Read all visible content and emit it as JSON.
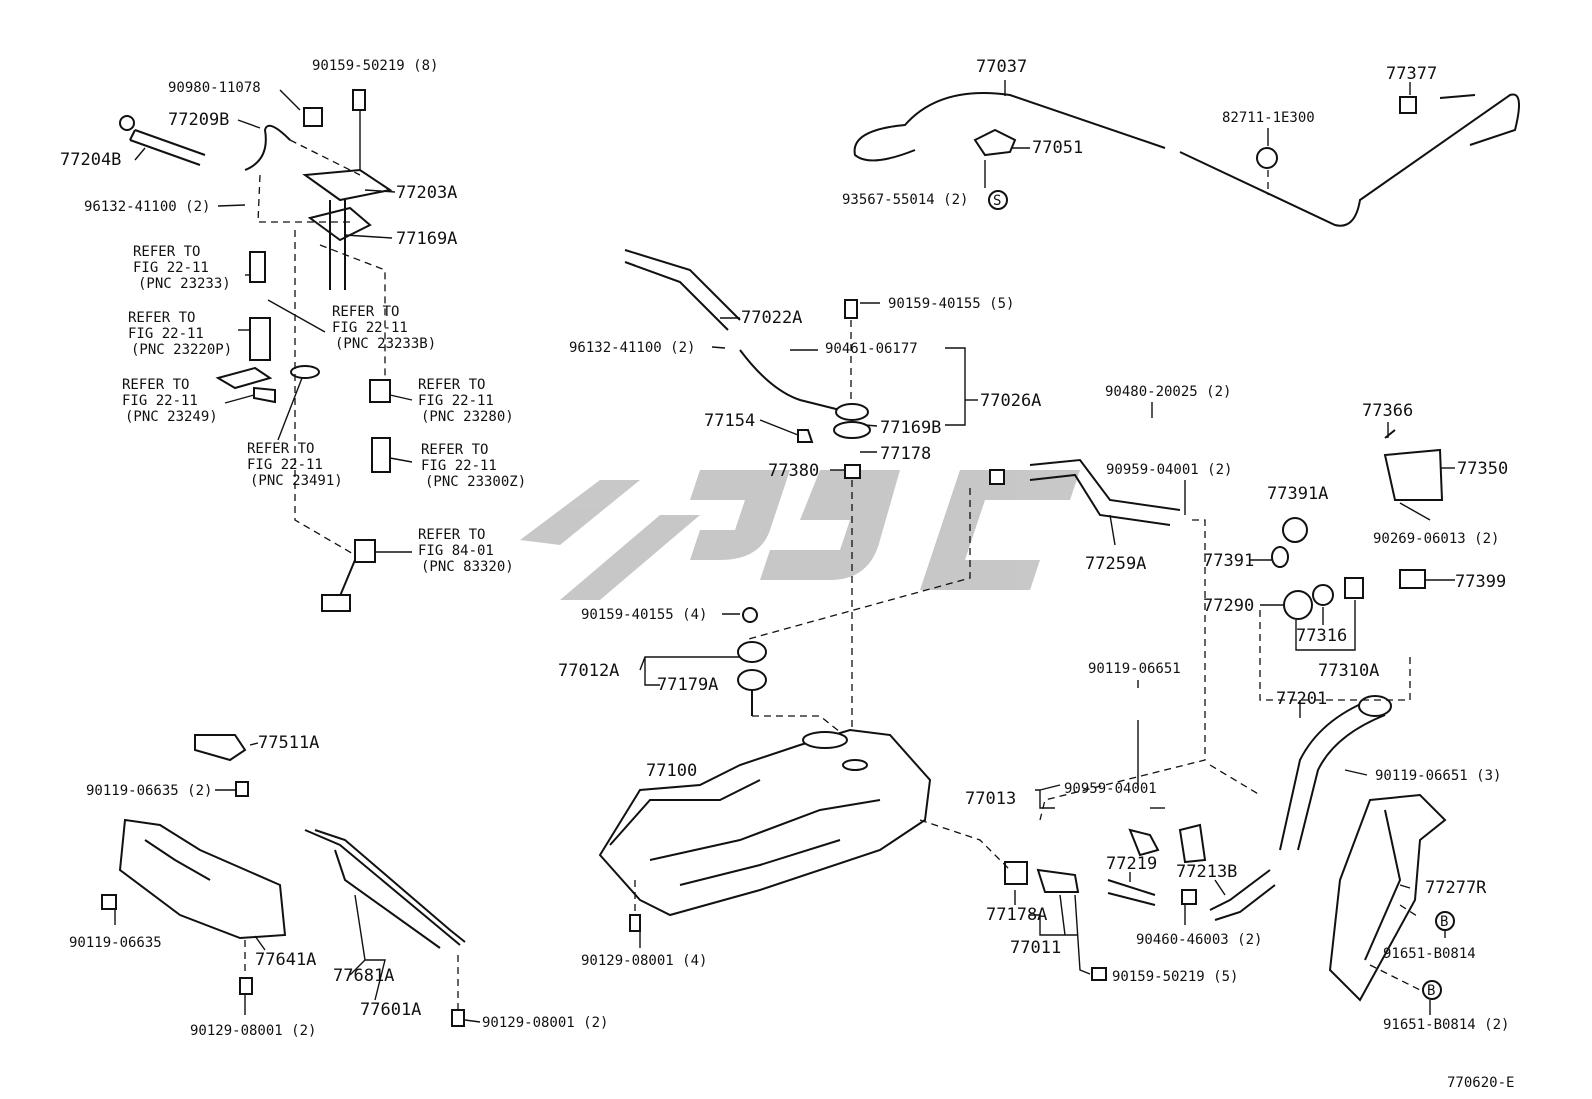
{
  "labels": {
    "p90159_50219_8": "90159-50219 (8)",
    "p90980_11078": "90980-11078",
    "p77209B": "77209B",
    "p77204B": "77204B",
    "p77203A": "77203A",
    "p96132_41100_2a": "96132-41100 (2)",
    "p77169A": "77169A",
    "ref1_a": "REFER TO",
    "ref1_b": "FIG 22-11",
    "ref1_c": "(PNC 23233)",
    "ref2_a": "REFER TO",
    "ref2_b": "FIG 22-11",
    "ref2_c": "(PNC 23233B)",
    "ref3_a": "REFER TO",
    "ref3_b": "FIG 22-11",
    "ref3_c": "(PNC 23220P)",
    "ref4_a": "REFER TO",
    "ref4_b": "FIG 22-11",
    "ref4_c": "(PNC 23249)",
    "ref5_a": "REFER TO",
    "ref5_b": "FIG 22-11",
    "ref5_c": "(PNC 23280)",
    "ref6_a": "REFER TO",
    "ref6_b": "FIG 22-11",
    "ref6_c": "(PNC 23491)",
    "ref7_a": "REFER TO",
    "ref7_b": "FIG 22-11",
    "ref7_c": "(PNC 23300Z)",
    "ref8_a": "REFER TO",
    "ref8_b": "FIG 84-01",
    "ref8_c": "(PNC 83320)",
    "p77037": "77037",
    "p77377": "77377",
    "p82711": "82711-1E300",
    "p77051": "77051",
    "p93567": "93567-55014 (2)",
    "s_marker": "S",
    "p77022A": "77022A",
    "p90159_40155_5": "90159-40155 (5)",
    "p96132_41100_2b": "96132-41100 (2)",
    "p90461": "90461-06177",
    "p77026A": "77026A",
    "p77154": "77154",
    "p77169B": "77169B",
    "p77178": "77178",
    "p77380": "77380",
    "p90480": "90480-20025 (2)",
    "p77366": "77366",
    "p77350": "77350",
    "p90959_04001_2": "90959-04001 (2)",
    "p77391A": "77391A",
    "p90269": "90269-06013 (2)",
    "p77259A": "77259A",
    "p77391": "77391",
    "p77399": "77399",
    "p77290": "77290",
    "p77316": "77316",
    "p77310A": "77310A",
    "p90159_40155_4": "90159-40155 (4)",
    "p77012A": "77012A",
    "p77179A": "77179A",
    "p90119_06651": "90119-06651",
    "p77201": "77201",
    "p77511A": "77511A",
    "p90119_06635_2": "90119-06635 (2)",
    "p77100": "77100",
    "p90119_06651_3": "90119-06651 (3)",
    "p77013": "77013",
    "p90959_04001": "90959-04001",
    "p77219": "77219",
    "p77213B": "77213B",
    "p77277R": "77277R",
    "p77178A": "77178A",
    "p91651_a": "91651-B0814",
    "b_marker1": "B",
    "b_marker2": "B",
    "p90119_06635": "90119-06635",
    "p77641A": "77641A",
    "p77681A": "77681A",
    "p90129_08001_4": "90129-08001 (4)",
    "p77011": "77011",
    "p90460": "90460-46003 (2)",
    "p90159_50219_5": "90159-50219 (5)",
    "p77601A": "77601A",
    "p90129_08001_2a": "90129-08001 (2)",
    "p90129_08001_2b": "90129-08001 (2)",
    "p91651_b": "91651-B0814 (2)",
    "fig_code": "770620-E"
  }
}
